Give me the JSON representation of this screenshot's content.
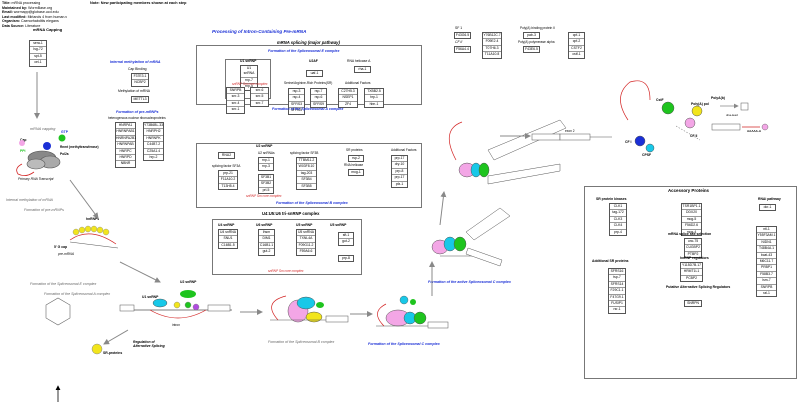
{
  "meta": {
    "title_label": "Title:",
    "title": "mRNA processing",
    "maintained_label": "Maintained by:",
    "maintained": "WormBase.org",
    "email_label": "Email:",
    "email": "wormapp@globase.ucd.edu",
    "modified_label": "Last modified:",
    "modified": "Mirlands 4 from human.v",
    "organism_label": "Organism:",
    "organism": "Caenorhabditis elegans",
    "source_label": "Data Source:",
    "source": "Literature",
    "note": "Note: New participating members shown at each step"
  },
  "top_label": "mRNA Capping",
  "capping_genes": [
    "sera-1",
    "Isg-72",
    "spt-5",
    "cel-1"
  ],
  "main_title": "Processing of Intron-Containing Pre-mRNA",
  "major_pathway": "mRNA splicing (major pathway)",
  "formation_e": "Formation of the Spliceosomal E complex",
  "u1": {
    "title": "U1 snRNP",
    "sub": "U1 snRNA",
    "rows": [
      "rnp-7",
      "rnp-5"
    ],
    "core": "snRNP Sm core complex",
    "core_left": [
      "SNRPB",
      "snr-3",
      "snr-4",
      "snr-1"
    ],
    "core_right": [
      "snr-6",
      "snr-5",
      "snr-7"
    ]
  },
  "u2af": {
    "title": "U2AF",
    "genes": [
      "uaf-1"
    ]
  },
  "rna_helicase_a": {
    "title": "RNA helicase A",
    "genes": [
      "rha-1"
    ]
  },
  "sr_proteins": {
    "title": "Serine/Arginine-Rich Proteins(SR)",
    "left": [
      "rsp-3",
      "rsp-4",
      "SFRS3",
      "SFRS5"
    ],
    "right": [
      "rsp-7",
      "rsp-6",
      "SFRS9"
    ]
  },
  "additional_e": {
    "title": "Additional Factors",
    "left": [
      "C27H5.3",
      "NSEP1",
      "ZF4"
    ],
    "right": [
      "TXBB2.5",
      "hrp-1",
      "hbn-1"
    ]
  },
  "internal_methylation": "Internal methylation of mRNA",
  "cap_binding": {
    "title": "Cap Binding",
    "genes": [
      "F37E3.1",
      "NCBP2"
    ]
  },
  "methylation": {
    "title": "Methylation of mRNA",
    "genes": [
      "METTL3"
    ]
  },
  "formation_pre": "Formation of pre-mRNPs",
  "hnrnp": {
    "title": "heterogenous nuclear ribonucleoproteins",
    "left": [
      "HNRPA1",
      "HNRNPAB1",
      "HNRNPA2B1",
      "HNRNPAB",
      "HNRPC",
      "HNRPD",
      "NBNR"
    ],
    "right": [
      "Y73B6BL.33",
      "HNRPH2",
      "HNRNPK",
      "C44B7.2",
      "C25A1.4",
      "hrp-2"
    ]
  },
  "formation_a": "Formation of the Spliceosomal A complex",
  "u2": {
    "title": "U2 snRNP",
    "snrna_title": "U2 snRNAs",
    "left_genes": [
      "RNU2"
    ],
    "u2_genes": [
      "rnp-1",
      "rnp-3"
    ],
    "sf3a_title": "splicing factor SF3A",
    "sf3a": [
      "prp-21",
      "F11A10.2",
      "T13H5.4"
    ],
    "sf3b": [
      "SF3B1",
      "SF3B2"
    ],
    "extra": [
      "prl-5"
    ],
    "sf3b2_title": "splicing factor SF3B",
    "sf3b2": [
      "TTBM11.2",
      "W03F8.10",
      "tag-203",
      "SF3B4",
      "SF3B5"
    ],
    "core": "snRNP Sm core complex"
  },
  "sr2": {
    "title": "SR proteins",
    "genes": [
      "rsp-2"
    ],
    "helicase_title": "RNA helicase",
    "helicase": [
      "mog-1"
    ]
  },
  "additional_b": {
    "title": "Additional Factors",
    "genes": [
      "prp-17",
      "dry-10",
      "prp-8",
      "prp-17",
      "pfz-1"
    ]
  },
  "formation_b": "Formation of the Spliceosomal B complex",
  "tri": {
    "title": "U4:U5:U6 tri-snRNP complex",
    "u4_title": "U4 snRNP",
    "u4": [
      "U4 snRNA",
      "SNU1",
      "C16B1.5"
    ],
    "u6_title": "U6 snRNP",
    "u6": [
      "lhsm",
      "DIM1",
      "C16B1.1",
      "gut-2"
    ],
    "u5_title": "U5 snRNP",
    "u5": [
      "U5 snRNA",
      "TXNL4A",
      "F09G11.2",
      "F59A6.6"
    ],
    "u5b_title": "U5 snRNP",
    "u5b": [
      "sft-1",
      "gut-2",
      "prp-8"
    ],
    "core": "snRNP Sm core complex"
  },
  "cc_genes": {
    "sf_title": "SF 1",
    "sf": [
      "F43G6.5"
    ],
    "cf_title": "CF II",
    "cf": [
      "F56A4.4"
    ],
    "mid": [
      "Y76B12C.7",
      "F09E2.4",
      "T07H6.3",
      "T11A10.8"
    ],
    "polya_title": "Poly(A) binding protein II",
    "polya": [
      "pab-3"
    ],
    "polymerase_title": "Poly(A) polymerase alpha",
    "polymerase": [
      "F43E6.5"
    ],
    "right": [
      "cpf-1",
      "cpf-2",
      "CSTF2",
      "cstf-1"
    ]
  },
  "accessory": {
    "title": "Accessory Proteins",
    "sr_kinases_title": "SR protein kinases",
    "sr_kinases": [
      "CLK1",
      "tag-172",
      "CLK3",
      "CLK4",
      "prp-4"
    ],
    "col2": [
      "TSR1BP1.1",
      "DDX20",
      "mog-5",
      "F56D2.6",
      "mog-4"
    ],
    "site_title": "mRNA splice site selection",
    "site": [
      "unc-75",
      "CUGBP2",
      "PTBP2"
    ],
    "hnrnp_reg_title": "hnRNP regulators",
    "hnrnp_reg": [
      "Y115D7B.17",
      "HRMT1L1",
      "PCBP2"
    ],
    "add_sr_title": "Additional SR proteins",
    "add_sr": [
      "SFRS16",
      "tsp-7",
      "SFRS14",
      "F29C1.1",
      "F47G9.1",
      "FUSIP1",
      "rsr-1"
    ],
    "alt_title": "Putative Alternative Splicing Regulators",
    "alt": [
      "SNRPN"
    ],
    "rnai_title": "RNAi pathway",
    "rnai": [
      "dcr-1"
    ],
    "rnai2": [
      "ntl-1",
      "Y55F3AM.1",
      "NIDN1",
      "T48B4A.1",
      "bcat-43",
      "M6C11.7",
      "PRBP1",
      "F58B3.7",
      "lsm-7",
      "SNRPB",
      "ral-1"
    ]
  },
  "labels": {
    "mrna_capping": "mRNA capping",
    "gtp": "GTP",
    "cap": "Cap",
    "cap_enzyme": "Rnmt (methyltransferase)",
    "ppi": "PPi",
    "pol2": "Pol2a",
    "primary": "Primary RNA Transcript",
    "internal2": "Internal methylation of mRNA",
    "pre_formation2": "Formation of pre-mRNPs",
    "hnrnp_label": "hnRNPs",
    "cap5": "5' G cap",
    "pre_mrna": "pre-mRNA",
    "formation_e2": "Formation of the Spliceosomal E complex",
    "formation_a2": "Formation of the Spliceosomal A complex",
    "sr_prot": "SR-proteins",
    "reg_alt": "Regulation of Alternative Splicing",
    "u1_snrnp": "U1 snRNP",
    "u2_snrnp": "U2 snRNP",
    "formation_b2": "Formation of the Spliceosomal B complex",
    "formation_c": "Formation of the Spliceosomal C complex",
    "formation_active": "Formation of the active Spliceosomal C complex",
    "polya_pol": "Poly(A) pol",
    "polya_b": "PolyA(b)",
    "cstf": "CstF",
    "cpsf": "CPSF",
    "cf1": "CF I",
    "cfii": "CF II",
    "exon1": "exon 1",
    "exon2": "exon 2",
    "intron": "intron",
    "dna": "dna-lead",
    "ppa": "AAAAA-A"
  },
  "colors": {
    "blue": "#1a2fd6",
    "red": "#d32424",
    "yellow": "#f2e51c",
    "green": "#1ec41e",
    "pink": "#f3a6e6",
    "purple": "#b04ce0",
    "cyan": "#18c8e8"
  }
}
